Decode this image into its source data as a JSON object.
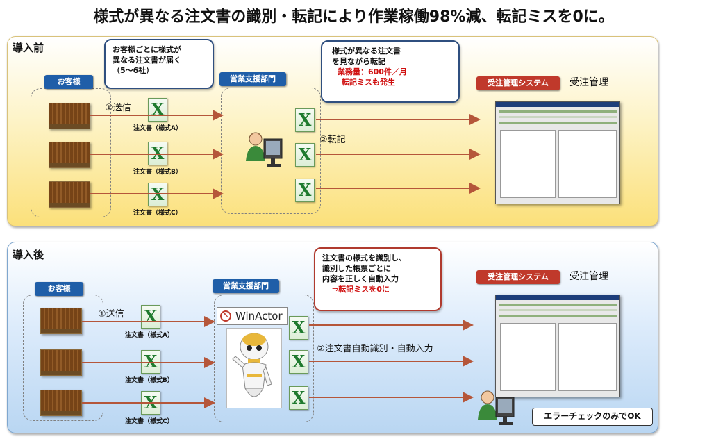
{
  "title": "様式が異なる注文書の識別・転記により作業稼働98%減、転記ミスを0に。",
  "before": {
    "label": "導入前",
    "customer_tag": "お客様",
    "send_label": "①送信",
    "bubble_customer": [
      "お客様ごとに様式が",
      "異なる注文書が届く",
      "（5〜6社）"
    ],
    "dept_tag": "営業支援部門",
    "transcribe_label": "②転記",
    "bubble_dept": [
      "様式が異なる注文書",
      "を見ながら転記"
    ],
    "bubble_dept_red": [
      "業務量：600件／月",
      "転記ミスも発生"
    ],
    "system_tag": "受注管理システム",
    "system_label": "受注管理",
    "forms": [
      "注文書（様式A）",
      "注文書（様式B）",
      "注文書（様式C）"
    ]
  },
  "after": {
    "label": "導入後",
    "customer_tag": "お客様",
    "send_label": "①送信",
    "dept_tag": "営業支援部門",
    "winactor": "WinActor",
    "auto_label": "②注文書自動識別・自動入力",
    "bubble": [
      "注文書の様式を識別し、",
      "識別した帳票ごとに",
      "内容を正しく自動入力"
    ],
    "bubble_red": "⇒転記ミスを0に",
    "system_tag": "受注管理システム",
    "system_label": "受注管理",
    "ok_text": "エラーチェックのみでOK",
    "forms": [
      "注文書（様式A）",
      "注文書（様式B）",
      "注文書（様式C）"
    ]
  },
  "icons": {
    "excel": "X"
  },
  "colors": {
    "arrow": "#b5563a",
    "tag_blue": "#1f5ea8",
    "tag_red": "#c0392b"
  }
}
